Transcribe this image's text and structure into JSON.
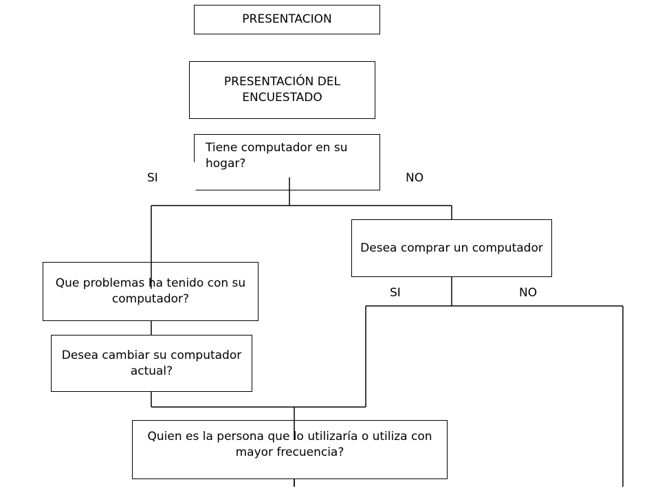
{
  "diagram": {
    "nodes": {
      "presentacion": "PRESENTACION",
      "presentacion_encuestado": "PRESENTACIÓN DEL ENCUESTADO",
      "tiene_computador": "Tiene computador en su hogar?",
      "desea_comprar": "Desea comprar un computador",
      "problemas": "Que problemas ha tenido con su computador?",
      "desea_cambiar": "Desea cambiar su computador actual?",
      "quien_utiliza": "Quien es la persona que lo utilizaría o  utiliza con mayor frecuencia?"
    },
    "branches": {
      "tiene_si": "SI",
      "tiene_no": "NO",
      "comprar_si": "SI",
      "comprar_no": "NO"
    }
  }
}
